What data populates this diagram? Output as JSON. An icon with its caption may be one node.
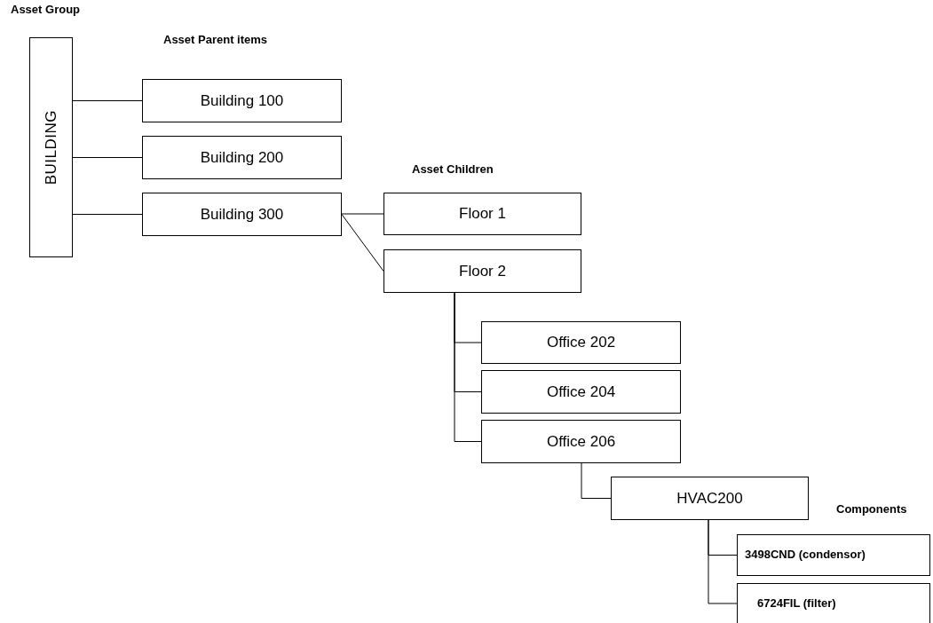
{
  "diagram": {
    "nodes": [
      {
        "text": [
          "BUILDING"
        ]
      },
      {
        "text": [
          "Building 100"
        ]
      },
      {
        "text": [
          "Building 200"
        ]
      },
      {
        "text": [
          "Building 300"
        ]
      },
      {
        "text": [
          "Floor 1"
        ]
      },
      {
        "text": [
          "Floor 2"
        ]
      },
      {
        "text": [
          "Office 202"
        ]
      },
      {
        "text": [
          "Office 204"
        ]
      },
      {
        "text": [
          "Office 206"
        ]
      },
      {
        "text": [
          "HVAC200"
        ]
      },
      {
        "text": [
          "3498CND (condensor)"
        ]
      },
      {
        "text": [
          "6724FIL (filter)"
        ]
      }
    ],
    "edges": [
      {
        "from": 0,
        "to": 1,
        "arrow": "none"
      },
      {
        "from": 0,
        "to": 2,
        "arrow": "none"
      },
      {
        "from": 0,
        "to": 3,
        "arrow": "none"
      },
      {
        "from": 3,
        "to": 4,
        "arrow": "none"
      },
      {
        "from": 3,
        "to": 5,
        "arrow": "none"
      },
      {
        "from": 5,
        "to": 6,
        "arrow": "none"
      },
      {
        "from": 5,
        "to": 7,
        "arrow": "none"
      },
      {
        "from": 5,
        "to": 8,
        "arrow": "none"
      },
      {
        "from": 8,
        "to": 9,
        "arrow": "none"
      },
      {
        "from": 9,
        "to": 10,
        "arrow": "none"
      },
      {
        "from": 9,
        "to": 11,
        "arrow": "none"
      }
    ],
    "labels": [
      "Asset Group",
      "Asset Parent items",
      "Asset Children",
      "Components"
    ]
  }
}
